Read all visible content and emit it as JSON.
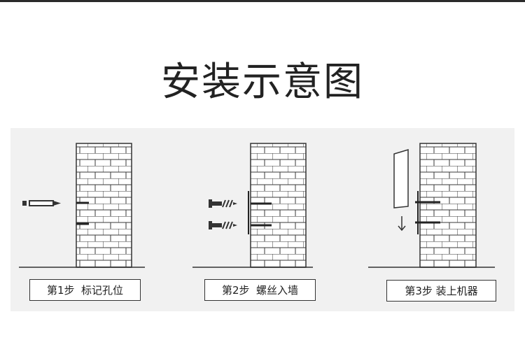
{
  "title": "安装示意图",
  "steps": [
    {
      "label": "第1步  标记孔位",
      "action": "mark-holes"
    },
    {
      "label": "第2步  螺丝入墙",
      "action": "insert-screws"
    },
    {
      "label": "第3步 装上机器",
      "action": "mount-device"
    }
  ],
  "colors": {
    "line": "#333333",
    "panel_bg": "#f1f1f1",
    "brick_fill": "#ffffff",
    "title": "#222222"
  }
}
